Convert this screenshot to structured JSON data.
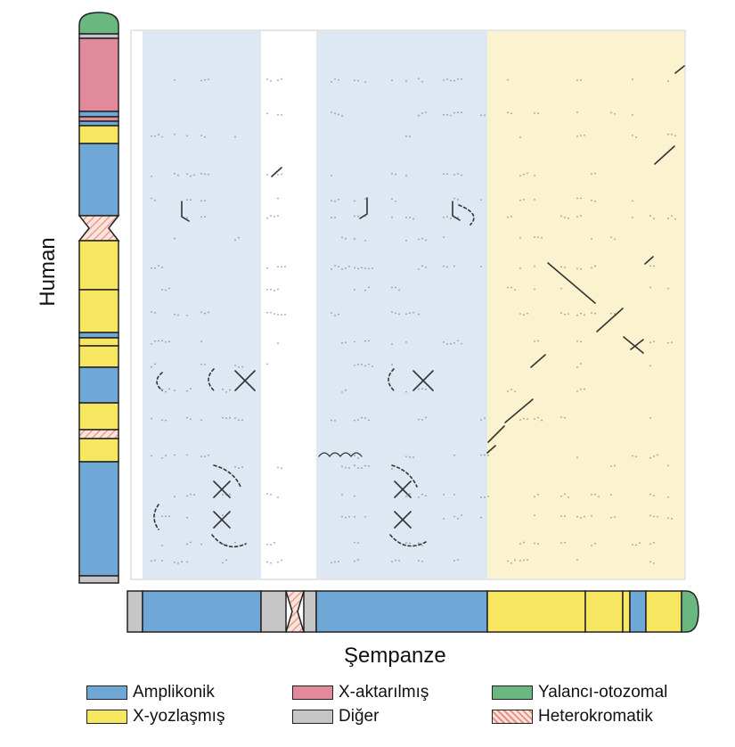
{
  "labels": {
    "y_axis": "Human",
    "x_axis": "Şempanze"
  },
  "colors": {
    "ampliconic": "#6fa8d6",
    "x_degenerate": "#f7e660",
    "x_transposed": "#e08a9b",
    "other": "#c6c6c6",
    "pseudoautosomal": "#6ab880",
    "heterochromatic": "#f3b6a8",
    "panel_blue": "#dde8f3",
    "panel_yellow": "#fbf3cf"
  },
  "legend": [
    {
      "key": "ampliconic",
      "label": "Amplikonik"
    },
    {
      "key": "x_degenerate",
      "label": "X-yozlaşmış"
    },
    {
      "key": "x_transposed",
      "label": "X-aktarılmış"
    },
    {
      "key": "other",
      "label": "Diğer"
    },
    {
      "key": "pseudoautosomal",
      "label": "Yalancı-otozomal"
    },
    {
      "key": "heterochromatic",
      "label": "Heterokromatik"
    }
  ]
}
